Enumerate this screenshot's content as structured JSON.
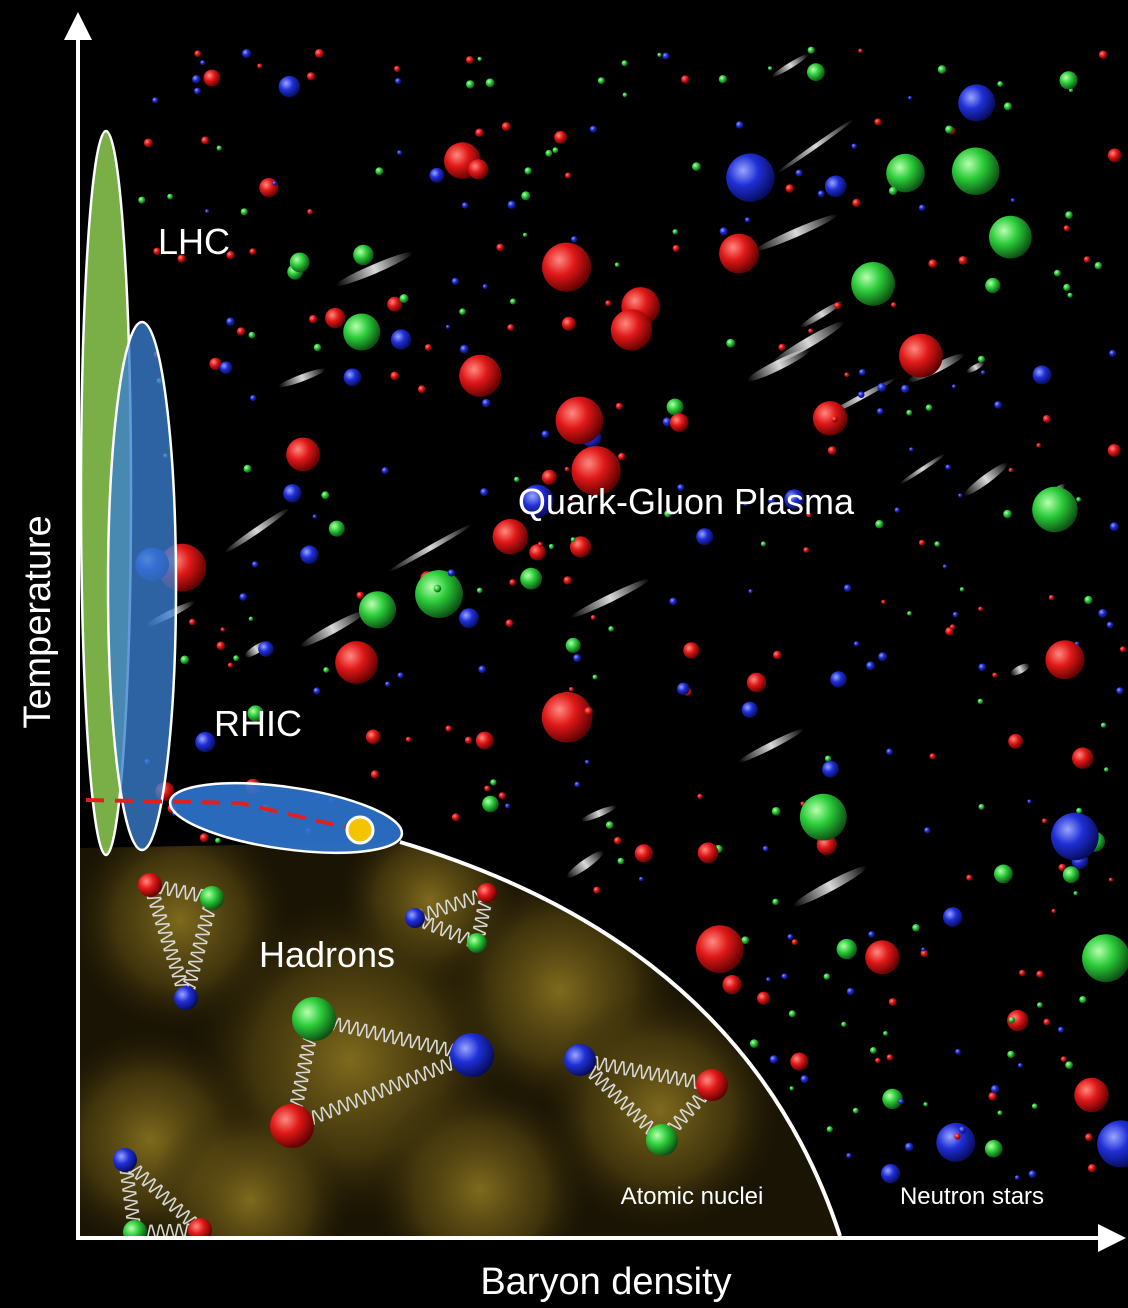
{
  "diagram": {
    "axes": {
      "x_label": "Baryon density",
      "y_label": "Temperature"
    },
    "regions": {
      "qgp": "Quark-Gluon Plasma",
      "hadrons": "Hadrons",
      "atomic_nuclei": "Atomic nuclei",
      "neutron_stars": "Neutron stars"
    },
    "experiments": {
      "lhc": "LHC",
      "rhic": "RHIC"
    },
    "colors": {
      "background": "#000000",
      "lhc_ellipse": "#9be05a",
      "rhic_ellipse": "#3a7fd0",
      "hadron_glow": "#6b5a1a",
      "critical_point": "#f5c400",
      "crossover_line": "#e02020",
      "quark_red": "#e01818",
      "quark_green": "#2ccc3a",
      "quark_blue": "#1f2fd6"
    }
  }
}
